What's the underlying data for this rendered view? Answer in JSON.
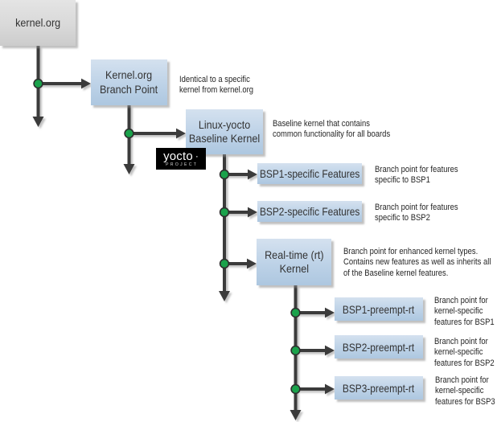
{
  "diagram": {
    "nodes": {
      "kernel_org": {
        "label": "kernel.org"
      },
      "branch_point": {
        "label": "Kernel.org\nBranch Point"
      },
      "linux_yocto": {
        "label": "Linux-yocto\nBaseline Kernel"
      },
      "bsp1_features": {
        "label": "BSP1-specific Features"
      },
      "bsp2_features": {
        "label": "BSP2-specific Features"
      },
      "realtime": {
        "label": "Real-time (rt)\nKernel"
      },
      "bsp1_preempt": {
        "label": "BSP1-preempt-rt"
      },
      "bsp2_preempt": {
        "label": "BSP2-preempt-rt"
      },
      "bsp3_preempt": {
        "label": "BSP3-preempt-rt"
      }
    },
    "annotations": {
      "branch_point": "Identical to a specific\nkernel from kernel.org",
      "baseline": "Baseline kernel that contains\ncommon functionality for all boards",
      "bsp1": "Branch point for features\nspecific to BSP1",
      "bsp2": "Branch point for features\nspecific to BSP2",
      "realtime": "Branch point for enhanced kernel types.\nContains new features as well as inherits all\nof the Baseline kernel features.",
      "bsp1rt": "Branch point for\nkernel-specific\nfeatures for BSP1",
      "bsp2rt": "Branch point for\nkernel-specific\nfeatures for BSP2",
      "bsp3rt": "Branch point for\nkernel-specific\nfeatures for BSP3"
    },
    "logo": {
      "wordmark": "yocto",
      "dot": "·",
      "subtext": "PROJECT"
    },
    "colors": {
      "node_blue_top": "#d4e1ef",
      "node_blue_bottom": "#adc7e0",
      "node_gray_top": "#e4e4e4",
      "node_gray_bottom": "#cccccc",
      "connector": "#3b3b3b",
      "branch_dot_fill": "#1aa24b",
      "branch_dot_outline": "#2e2e2e",
      "label_text": "#333333",
      "annotation_text": "#262626",
      "logo_background": "#000000",
      "logo_text": "#ffffff",
      "background": "#ffffff"
    }
  }
}
